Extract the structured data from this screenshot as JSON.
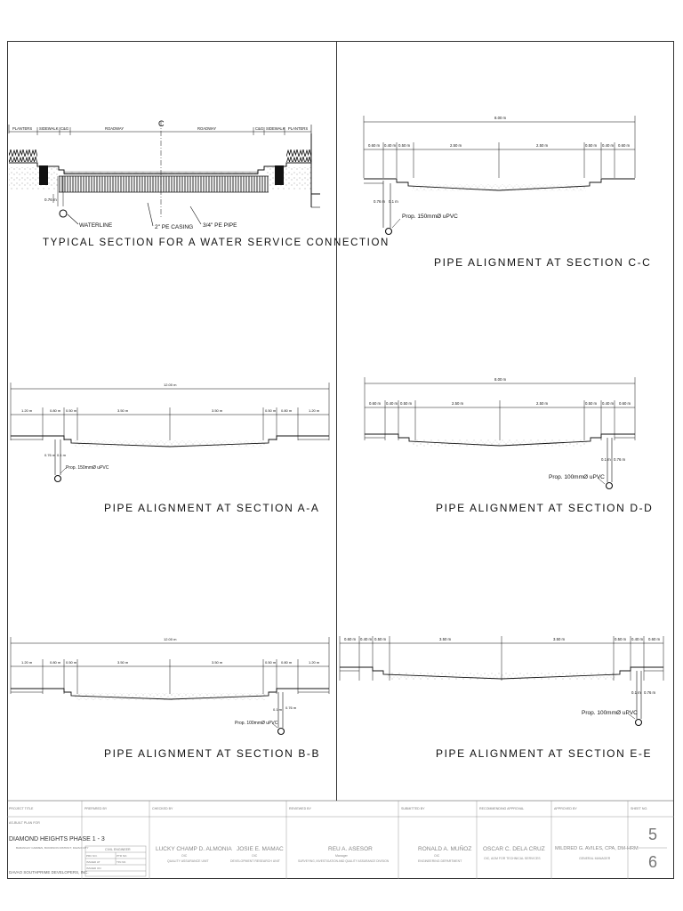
{
  "typical_section": {
    "title": "TYPICAL SECTION FOR A WATER SERVICE CONNECTION",
    "top_labels": [
      "PLANTERS",
      "SIDEWALK",
      "C&G",
      "ROADWAY",
      "ROADWAY",
      "C&G",
      "SIDEWALK",
      "PLANTERS"
    ],
    "centerline": "C",
    "depth": "0.76 m",
    "callouts": [
      "WATERLINE",
      "2\" PE CASING",
      "3/4\" PE PIPE"
    ]
  },
  "sections": {
    "cc": {
      "title": "PIPE ALIGNMENT AT SECTION C-C",
      "total": "8.00 m",
      "dims": [
        "0.60 m",
        "0.40 m",
        "0.50 m",
        "2.50 m",
        "2.50 m",
        "0.50 m",
        "0.40 m",
        "0.60 m"
      ],
      "depth": "0.76 m",
      "offset": "0.1 m",
      "pipe_label": "Prop. 150mmØ uPVC"
    },
    "aa": {
      "title": "PIPE ALIGNMENT AT SECTION A-A",
      "total": "12.00 m",
      "dims": [
        "1.20 m",
        "0.80 m",
        "0.50 m",
        "3.50 m",
        "3.50 m",
        "0.50 m",
        "0.80 m",
        "1.20 m"
      ],
      "depth": "0.76 m",
      "offset": "0.1 m",
      "pipe_label": "Prop. 150mmØ uPVC"
    },
    "dd": {
      "title": "PIPE ALIGNMENT AT SECTION D-D",
      "total": "8.00 m",
      "dims": [
        "0.60 m",
        "0.40 m",
        "0.50 m",
        "2.50 m",
        "2.50 m",
        "0.50 m",
        "0.40 m",
        "0.60 m"
      ],
      "depth": "0.76 m",
      "offset": "0.1 m",
      "pipe_label": "Prop. 100mmØ uPVC"
    },
    "bb": {
      "title": "PIPE ALIGNMENT AT SECTION B-B",
      "total": "12.00 m",
      "dims": [
        "1.20 m",
        "0.80 m",
        "0.50 m",
        "3.50 m",
        "3.50 m",
        "0.50 m",
        "0.80 m",
        "1.20 m"
      ],
      "depth": "0.76 m",
      "offset": "0.1 m",
      "pipe_label": "Prop. 100mmØ uPVC"
    },
    "ee": {
      "title": "PIPE ALIGNMENT AT SECTION E-E",
      "dims": [
        "0.60 m",
        "0.40 m",
        "0.50 m",
        "3.50 m",
        "3.50 m",
        "0.50 m",
        "0.40 m",
        "0.60 m"
      ],
      "depth": "0.76 m",
      "offset": "0.1 m",
      "pipe_label": "Prop. 100mmØ uPVC"
    }
  },
  "title_block": {
    "headers": [
      "PROJECT TITLE",
      "PREPARED BY",
      "CHECKED BY",
      "REVIEWED BY",
      "SUBMITTED BY",
      "RECOMMENDING APPROVAL",
      "APPROVED BY",
      "SHEET NO."
    ],
    "subheader": "AS-BUILT PLAN FOR",
    "project_name": "DIAMOND HEIGHTS PHASE 1 - 3",
    "project_location": "BARANGAY CARMEN, BUKIDNON DISTRICT, DAVAO CITY",
    "developer": "DAVAO SOUTHPRIME DEVELOPERS, INC.",
    "prep_box_title": "CIVIL ENGINEER",
    "prep_rows": [
      "PRC NO.",
      "PTR NO.",
      "ISSUED AT",
      "TIN NO.",
      "ISSUED ON"
    ],
    "checked_1_name": "LUCKY CHAMP D. ALMONIA",
    "checked_1_role": "QUALITY ASSURANCE UNIT",
    "checked_1_pos": "OIC",
    "checked_2_name": "JOSIE E. MAMAC",
    "checked_2_role": "DEVELOPMENT RESEARCH UNIT",
    "checked_2_pos": "OIC",
    "reviewed_name": "REU A. ASESOR",
    "reviewed_pos": "Manager",
    "reviewed_role": "SURVEYING, INVESTIGATION AND QUALITY ASSURANCE DIVISION",
    "submitted_name": "RONALD A. MUÑOZ",
    "submitted_pos": "OIC",
    "submitted_role": "ENGINEERING DEPARTMENT",
    "recommending_name": "OSCAR C. DELA CRUZ",
    "recommending_role": "OIC, AGM FOR TECHNICAL SERVICES",
    "approved_name": "MILDRED G. AVILES, CPA, DM-HRM",
    "approved_role": "GENERAL MANAGER",
    "sheet_number": "5",
    "sheet_total": "6"
  }
}
